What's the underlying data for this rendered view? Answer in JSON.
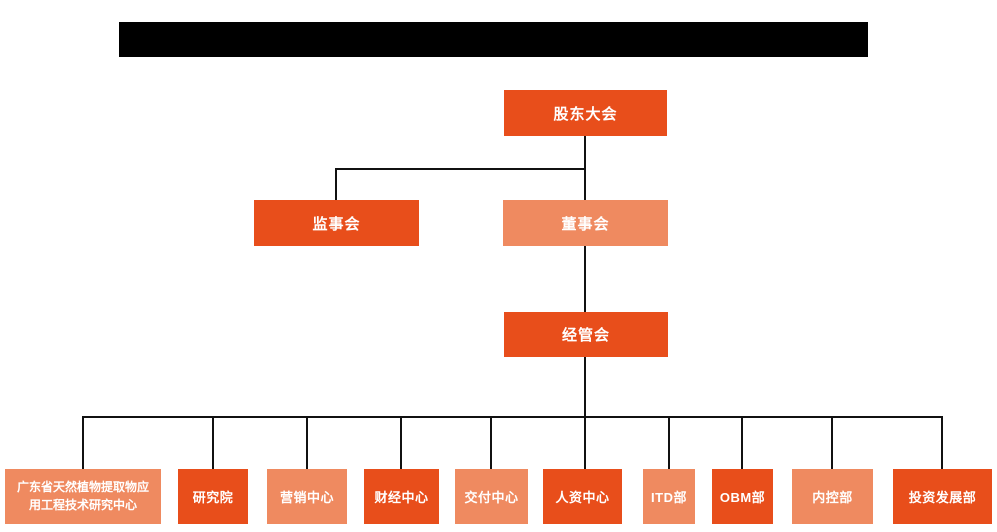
{
  "org": {
    "colors": {
      "primary": "#E84E1B",
      "secondary": "#EF8A60",
      "line": "#111111",
      "title_bar": "#000000",
      "background": "#FFFFFF",
      "node_text": "#FFFFFF"
    },
    "nodes": {
      "shareholders": {
        "label": "股东大会"
      },
      "supervisory_board": {
        "label": "监事会"
      },
      "board_of_directors": {
        "label": "董事会"
      },
      "management_committee": {
        "label": "经管会"
      },
      "departments": [
        {
          "label": "广东省天然植物提取物应用工程技术研究中心",
          "line1": "广东省天然植物提取物应",
          "line2": "用工程技术研究中心"
        },
        {
          "label": "研究院"
        },
        {
          "label": "营销中心"
        },
        {
          "label": "财经中心"
        },
        {
          "label": "交付中心"
        },
        {
          "label": "人资中心"
        },
        {
          "label": "ITD部"
        },
        {
          "label": "OBM部"
        },
        {
          "label": "内控部"
        },
        {
          "label": "投资发展部"
        }
      ]
    }
  }
}
